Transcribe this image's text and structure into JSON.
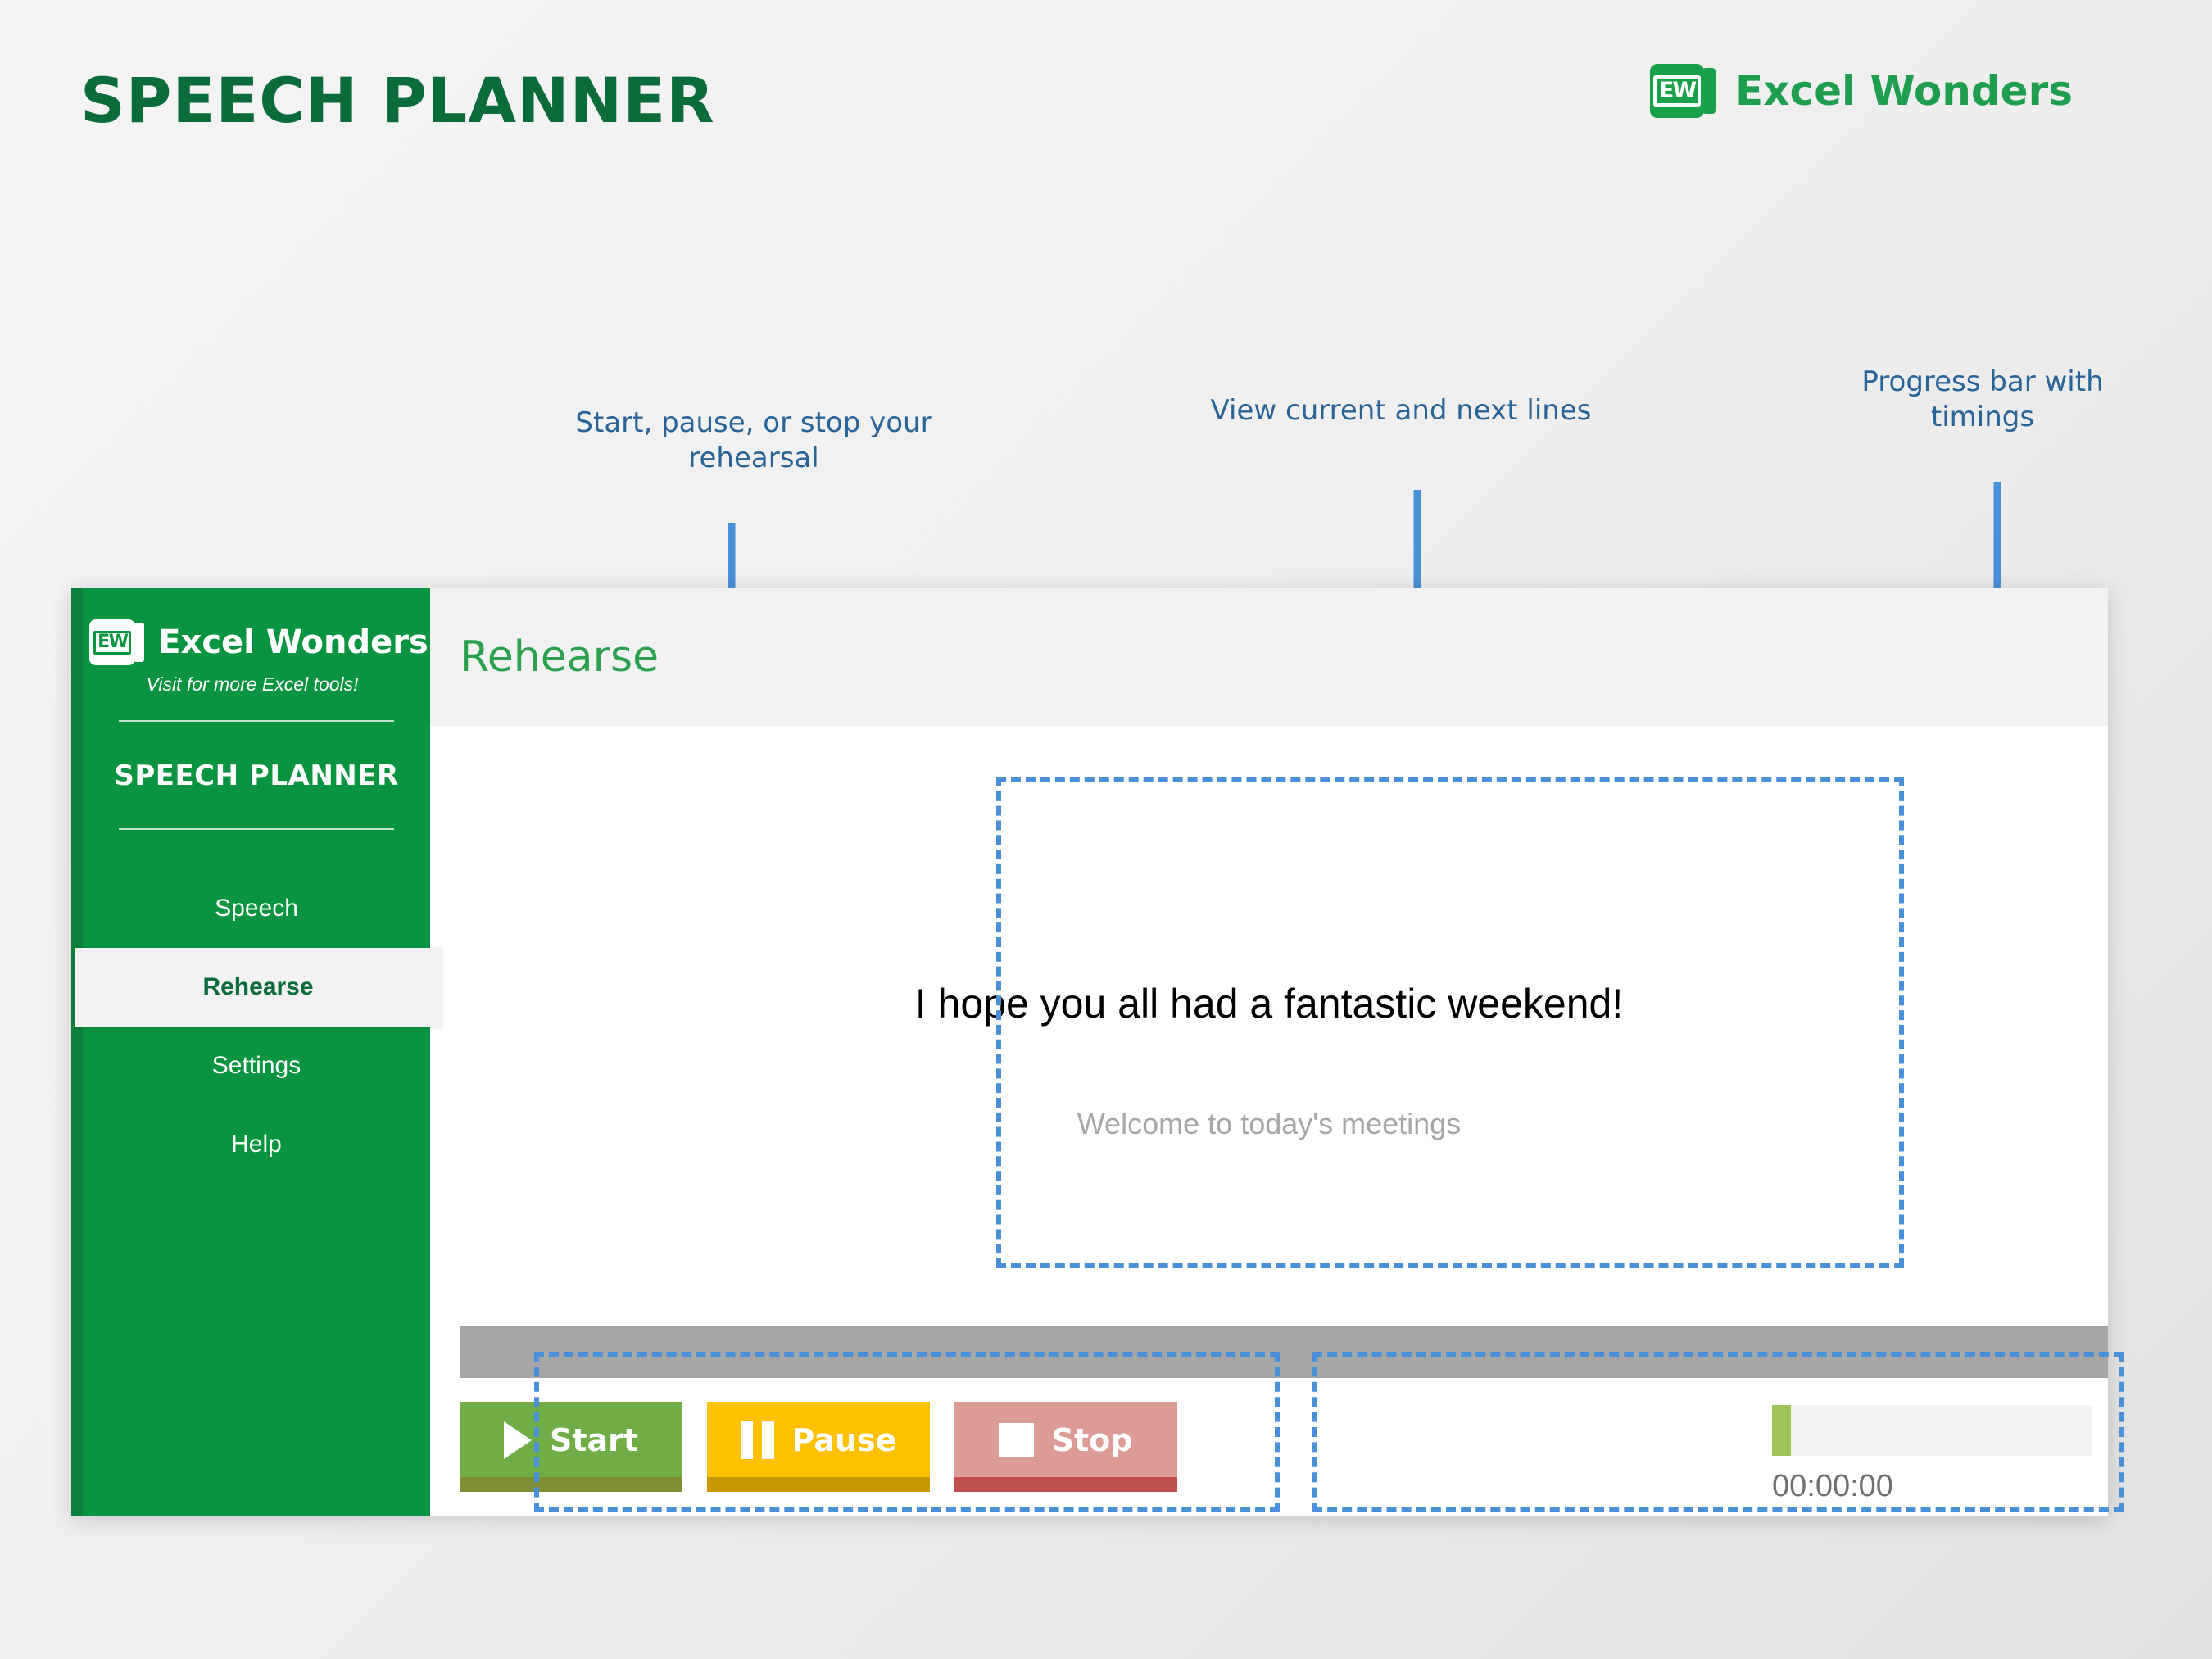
{
  "page": {
    "title": "SPEECH PLANNER",
    "brand": {
      "logo_icon": "excel-wonders-logo-icon",
      "logo_initials": "EW",
      "name": "Excel Wonders",
      "accent_color": "#1f9e4f"
    }
  },
  "callouts": [
    {
      "id": "controls",
      "text": "Start, pause, or stop your rehearsal",
      "color": "#2a6496"
    },
    {
      "id": "lines",
      "text": "View current and next lines",
      "color": "#2a6496"
    },
    {
      "id": "progress",
      "text": "Progress bar with timings",
      "color": "#2a6496"
    }
  ],
  "app": {
    "sidebar": {
      "logo_initials": "EW",
      "brand_name": "Excel Wonders",
      "tagline": "Visit for more Excel tools!",
      "app_name": "SPEECH PLANNER",
      "background_color": "#0a9442",
      "items": [
        {
          "label": "Speech",
          "active": false
        },
        {
          "label": "Rehearse",
          "active": true
        },
        {
          "label": "Settings",
          "active": false
        },
        {
          "label": "Help",
          "active": false
        }
      ]
    },
    "main": {
      "header_title": "Rehearse",
      "header_title_color": "#2ba04f",
      "teleprompter": {
        "current_line": "I hope you all had a fantastic weekend!",
        "next_line": "Welcome to today's meetings"
      },
      "controls": [
        {
          "id": "start",
          "label": "Start",
          "icon": "play-icon",
          "color": "#70ad47"
        },
        {
          "id": "pause",
          "label": "Pause",
          "icon": "pause-icon",
          "color": "#ffc000"
        },
        {
          "id": "stop",
          "label": "Stop",
          "icon": "stop-icon",
          "color": "#dd9b97"
        }
      ],
      "progress": {
        "percent": 6,
        "fill_color": "#9dc359",
        "track_color": "#f2f2f2",
        "timer": "00:00:00"
      }
    }
  }
}
